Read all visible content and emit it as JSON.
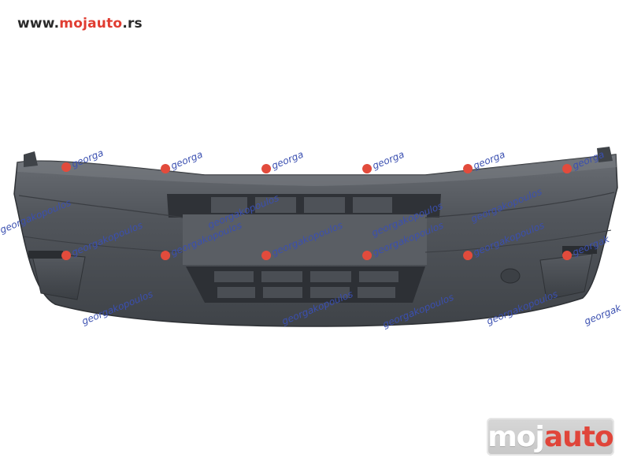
{
  "header": {
    "site_url_prefix": "www.",
    "site_url_brand": "mojauto",
    "site_url_suffix": ".rs"
  },
  "photo": {
    "subject": "front-bumper",
    "bumper_color": "#4b4f55",
    "watermark_text": "georgakopoulos",
    "watermark_short": "georga"
  },
  "logo_watermark": {
    "part1": "moj",
    "part2": "auto"
  },
  "colors": {
    "brand_red": "#e03c31",
    "watermark_blue": "#3a4fb0"
  }
}
